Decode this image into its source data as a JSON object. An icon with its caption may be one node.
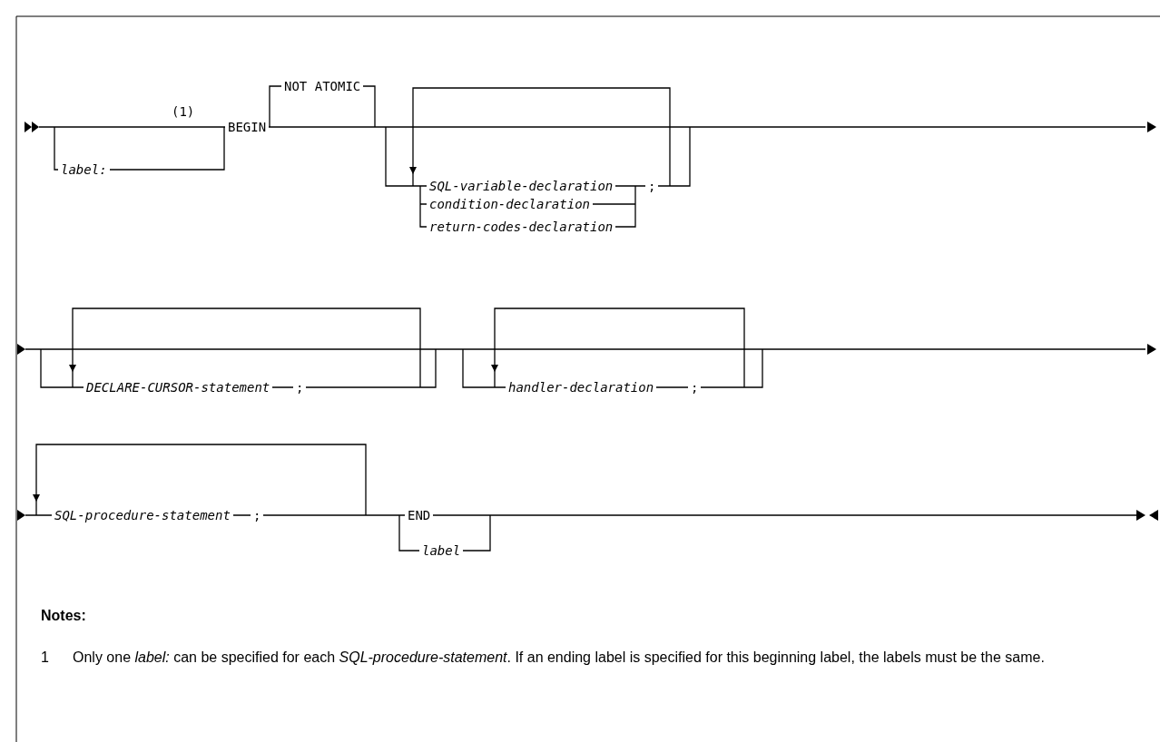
{
  "diagram": {
    "labels": [
      "NOT ATOMIC",
      "(1)",
      "BEGIN",
      "label:",
      "SQL-variable-declaration",
      ";",
      "condition-declaration",
      "return-codes-declaration",
      "DECLARE-CURSOR-statement",
      ";",
      "handler-declaration",
      ";",
      "SQL-procedure-statement",
      ";",
      "END",
      "label",
      "Notes:",
      "1",
      "Only one *label:* can be specified for each *SQL-procedure-statement*. If an ending label is specified for this beginning label, the labels must be the same."
    ]
  }
}
